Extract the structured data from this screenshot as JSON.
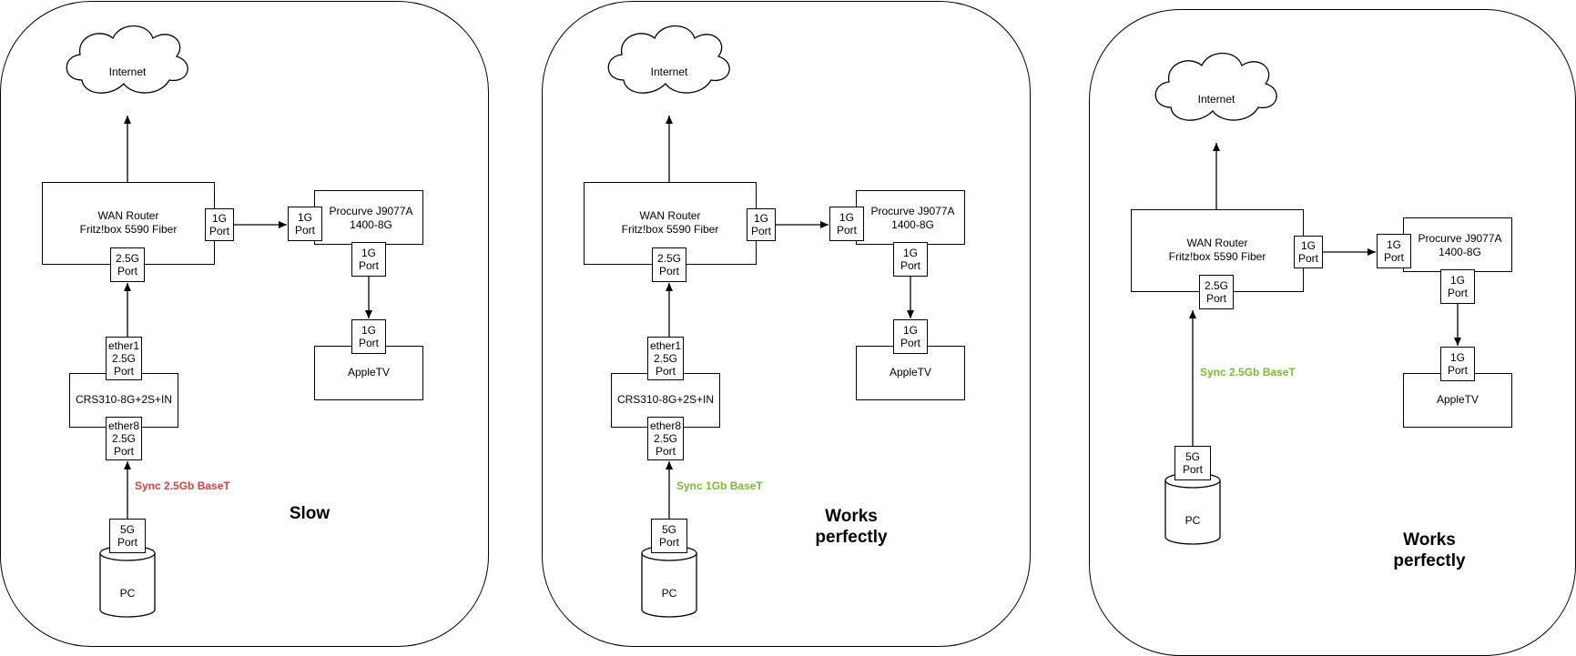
{
  "colors": {
    "slow": "#d9413e",
    "ok": "#7cba2a",
    "stroke": "#000000"
  },
  "panels": [
    {
      "internet": "Internet",
      "router": {
        "line1": "WAN Router",
        "line2": "Fritz!box 5590 Fiber",
        "port_1g": "1G\nPort",
        "port_25g": "2.5G\nPort"
      },
      "procurve": {
        "line1": "Procurve J9077A",
        "line2": "1400-8G",
        "port_in": "1G\nPort",
        "port_out": "1G\nPort"
      },
      "appletv": {
        "label": "AppleTV",
        "port": "1G\nPort"
      },
      "switch": {
        "label": "CRS310-8G+2S+IN",
        "ether1": "ether1\n2.5G\nPort",
        "ether8": "ether8\n2.5G\nPort"
      },
      "pc": {
        "label": "PC",
        "port": "5G\nPort"
      },
      "sync": "Sync 2.5Gb BaseT",
      "sync_status": "slow",
      "status": "Slow"
    },
    {
      "internet": "Internet",
      "router": {
        "line1": "WAN Router",
        "line2": "Fritz!box 5590 Fiber",
        "port_1g": "1G\nPort",
        "port_25g": "2.5G\nPort"
      },
      "procurve": {
        "line1": "Procurve J9077A",
        "line2": "1400-8G",
        "port_in": "1G\nPort",
        "port_out": "1G\nPort"
      },
      "appletv": {
        "label": "AppleTV",
        "port": "1G\nPort"
      },
      "switch": {
        "label": "CRS310-8G+2S+IN",
        "ether1": "ether1\n2.5G\nPort",
        "ether8": "ether8\n2.5G\nPort"
      },
      "pc": {
        "label": "PC",
        "port": "5G\nPort"
      },
      "sync": "Sync 1Gb BaseT",
      "sync_status": "ok",
      "status": "Works\nperfectly"
    },
    {
      "internet": "Internet",
      "router": {
        "line1": "WAN Router",
        "line2": "Fritz!box 5590 Fiber",
        "port_1g": "1G\nPort",
        "port_25g": "2.5G\nPort"
      },
      "procurve": {
        "line1": "Procurve J9077A",
        "line2": "1400-8G",
        "port_in": "1G\nPort",
        "port_out": "1G\nPort"
      },
      "appletv": {
        "label": "AppleTV",
        "port": "1G\nPort"
      },
      "pc": {
        "label": "PC",
        "port": "5G\nPort"
      },
      "sync": "Sync 2.5Gb BaseT",
      "sync_status": "ok",
      "status": "Works\nperfectly"
    }
  ]
}
